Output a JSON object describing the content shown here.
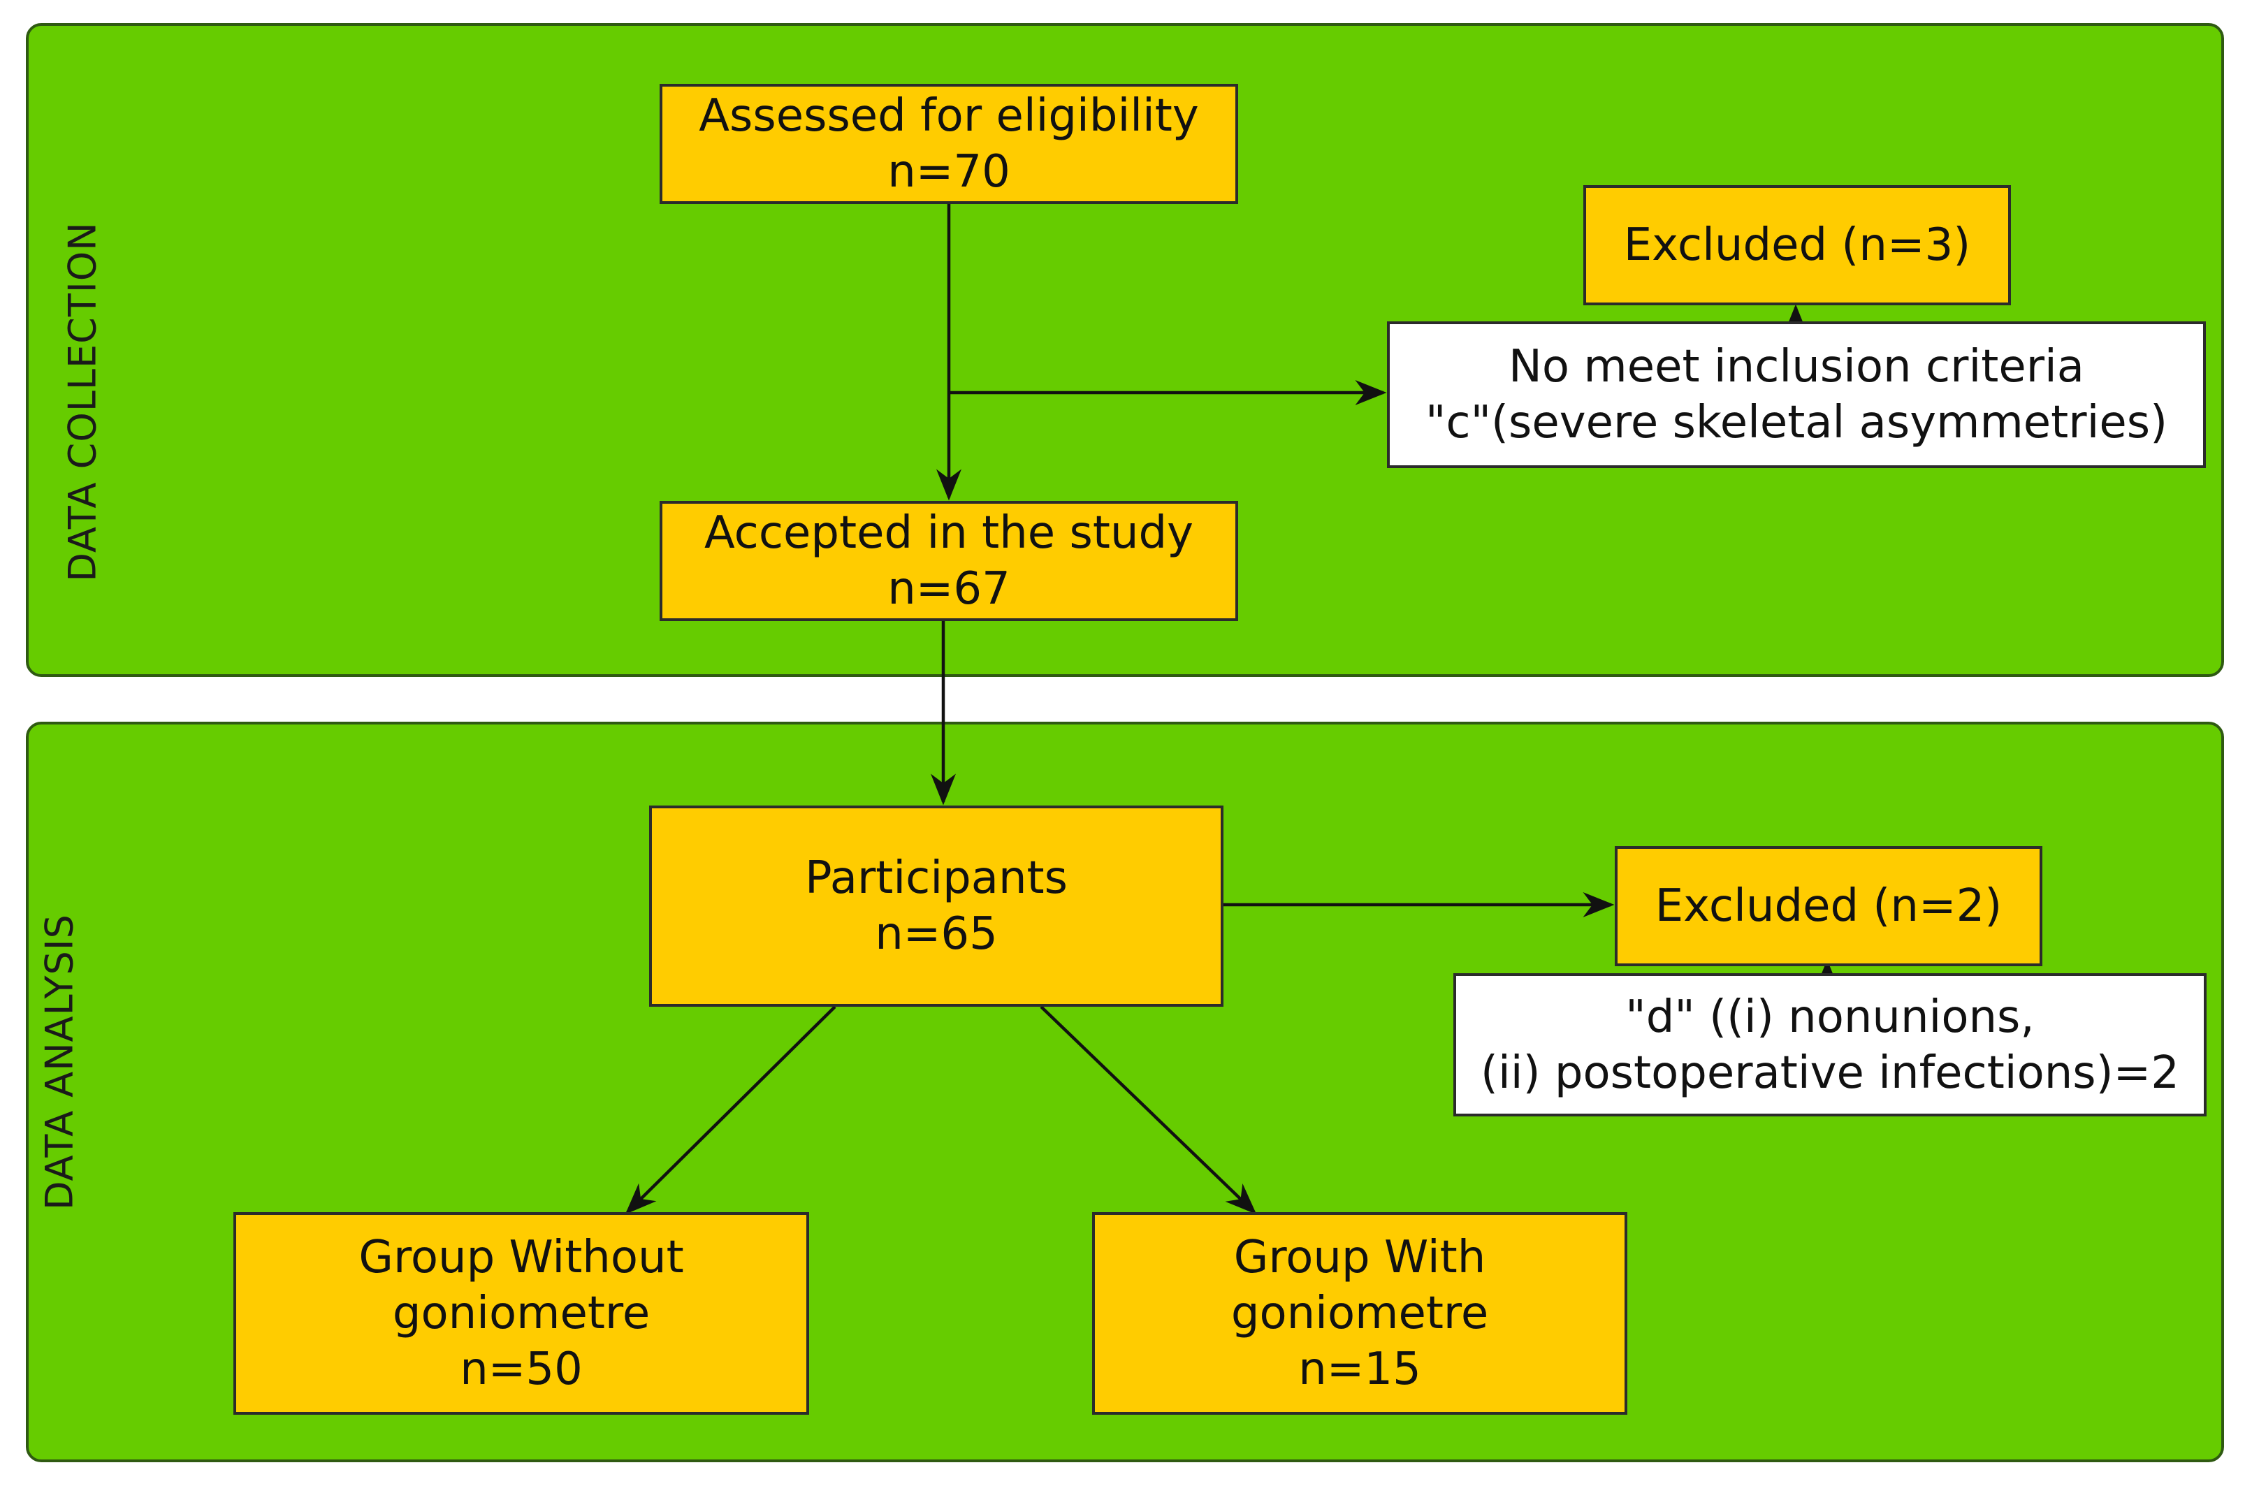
{
  "sections": {
    "data_collection": "DATA COLLECTION",
    "data_analysis": "DATA ANALYSIS"
  },
  "boxes": {
    "assessed": {
      "line1": "Assessed for eligibility",
      "line2": "n=70"
    },
    "excluded_1": {
      "line1": "Excluded (n=3)"
    },
    "criteria": {
      "line1": "No meet inclusion criteria",
      "line2": "\"c\"(severe skeletal asymmetries)"
    },
    "accepted": {
      "line1": "Accepted in the study",
      "line2": "n=67"
    },
    "participants": {
      "line1": "Participants",
      "line2": "n=65"
    },
    "excluded_2": {
      "line1": "Excluded (n=2)"
    },
    "reasons": {
      "line1": "\"d\" ((i) nonunions,",
      "line2": "(ii) postoperative infections)=2"
    },
    "group_without": {
      "line1": "Group Without",
      "line2": "goniometre",
      "line3": "n=50"
    },
    "group_with": {
      "line1": "Group With",
      "line2": "goniometre",
      "line3": "n=15"
    }
  },
  "colors": {
    "panel": "#66cc00",
    "panel_border": "#2f5a12",
    "box_fill": "#ffcc00",
    "box_border": "#2b2b2b",
    "arrow": "#111111"
  }
}
